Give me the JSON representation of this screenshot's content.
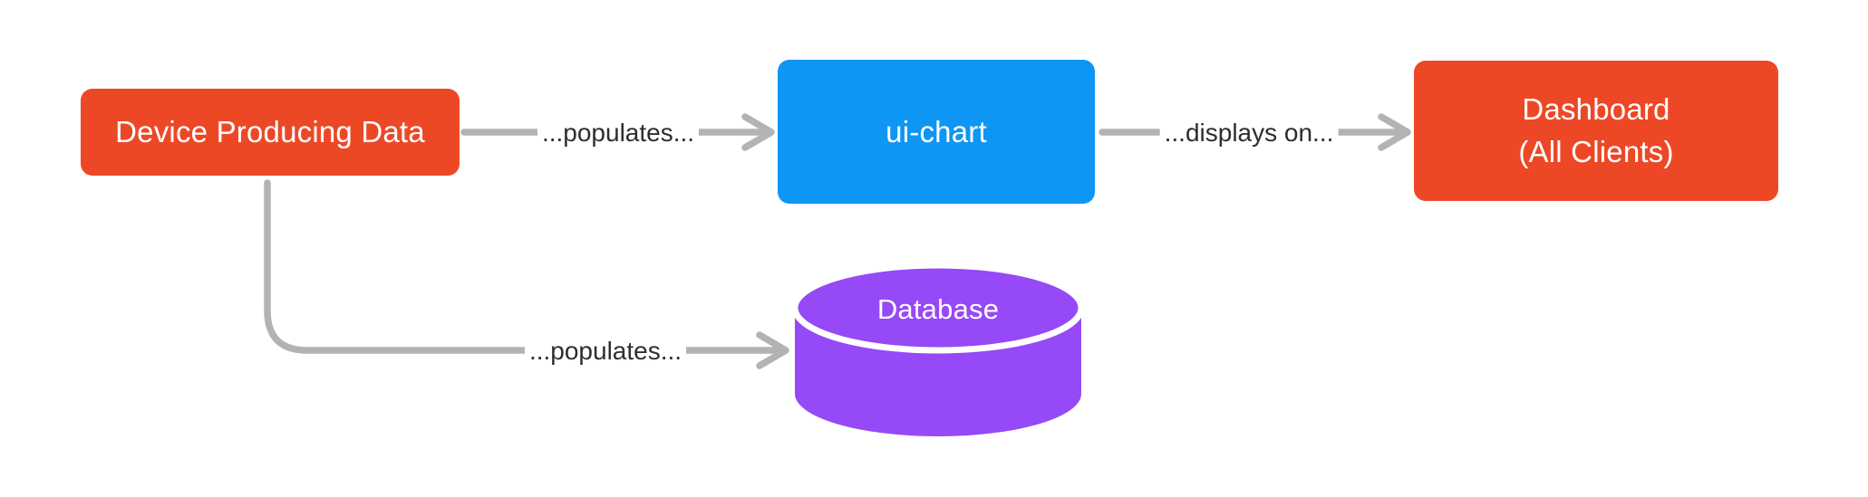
{
  "diagram": {
    "background_color": "#FFFFFF",
    "connector_color": "#B3B3B3",
    "edge_label_color": "#2E2E2E",
    "cylinder_divider_color": "#FFFFFF",
    "nodes": [
      {
        "id": "device",
        "shape": "rounded-rect",
        "label": "Device Producing Data",
        "fill": "#ED4826",
        "text_color": "#FFFFFF"
      },
      {
        "id": "ui-chart",
        "shape": "rounded-rect",
        "label": "ui-chart",
        "fill": "#0E96F4",
        "text_color": "#FFFFFF"
      },
      {
        "id": "dashboard",
        "shape": "rounded-rect",
        "label_lines": [
          "Dashboard",
          "(All Clients)"
        ],
        "fill": "#ED4826",
        "text_color": "#FFFFFF"
      },
      {
        "id": "database",
        "shape": "cylinder",
        "label": "Database",
        "fill": "#9649F6",
        "text_color": "#FFFFFF"
      }
    ],
    "edges": [
      {
        "from": "device",
        "to": "ui-chart",
        "label": "...populates..."
      },
      {
        "from": "ui-chart",
        "to": "dashboard",
        "label": "...displays on..."
      },
      {
        "from": "device",
        "to": "database",
        "label": "...populates..."
      }
    ]
  }
}
